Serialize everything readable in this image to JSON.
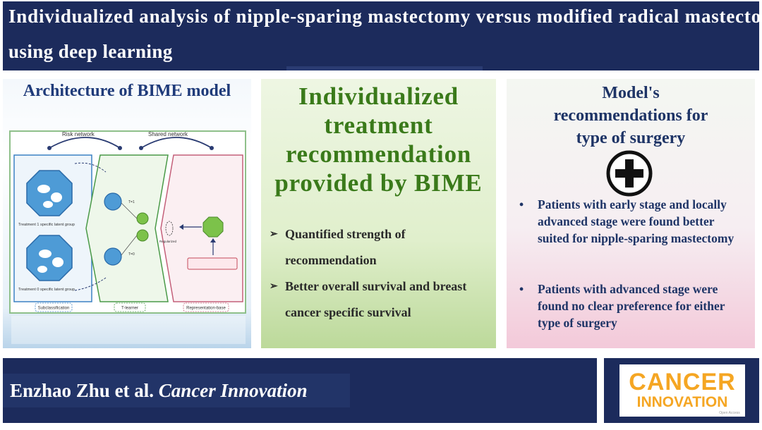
{
  "header": {
    "title_line1": "Individualized analysis of nipple-sparing mastectomy versus modified radical mastectomy",
    "title_line2": "using deep learning"
  },
  "architecture": {
    "title": "Architecture of BIME model",
    "labels": {
      "risk_network": "Risk network",
      "shared_network": "Shared network",
      "treatment1_group": "Treatment 1 specific latent group",
      "treatment0_group": "Treatment 0 specific latent group",
      "subclassification": "Subclassification",
      "t_learner": "T-learner",
      "representation_base": "Representation-base",
      "t1": "T=1",
      "t0": "T=0",
      "regularized": "Regularized"
    }
  },
  "recommendation": {
    "title_lines": [
      "Individualized",
      "treatment",
      "recommendation",
      "provided by BIME"
    ],
    "bullets": [
      {
        "line1": "Quantified strength of",
        "line2": "recommendation"
      },
      {
        "line1": "Better overall survival and breast",
        "line2": "cancer specific survival"
      }
    ],
    "bullet_marker": "➢"
  },
  "model": {
    "title_lines": [
      "Model's",
      "recommendations for",
      "type of surgery"
    ],
    "icon": "plus-circle-icon",
    "bullets": [
      "Patients with early stage and locally advanced stage were found better suited for nipple-sparing mastectomy",
      "Patients with advanced stage were found no clear preference for either type of surgery"
    ],
    "bullet_marker": "•"
  },
  "footer": {
    "authors": "Enzhao Zhu et al.",
    "journal": "Cancer Innovation"
  },
  "logo": {
    "line1": "CANCER",
    "line2": "INNOVATION",
    "tagline": "Open Access",
    "color": "#f5a623"
  },
  "colors": {
    "navy": "#1c2b5c",
    "arch_title": "#1f3b7a",
    "rec_title": "#3a7a1a",
    "model_title": "#1e3466"
  }
}
